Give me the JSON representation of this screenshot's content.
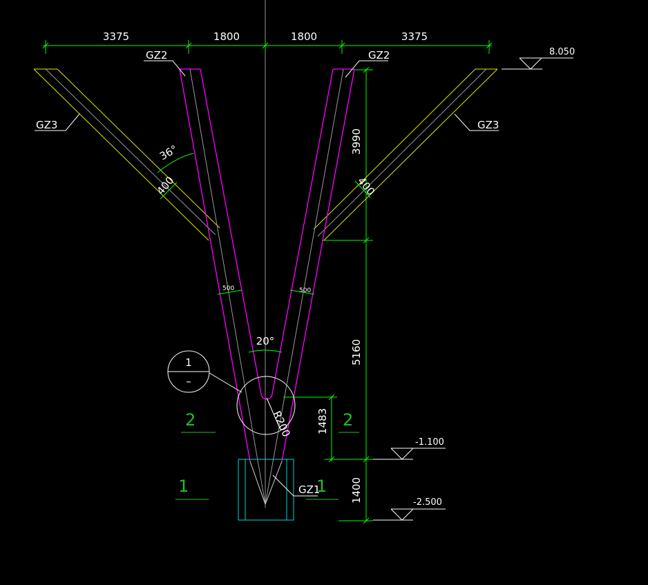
{
  "drawing": {
    "top_dims": [
      "3375",
      "1800",
      "1800",
      "3375"
    ],
    "right_dims": [
      "3990",
      "5160",
      "1400"
    ],
    "aux_dim": "1483",
    "members": {
      "gz2_left": "GZ2",
      "gz2_right": "GZ2",
      "gz3_left": "GZ3",
      "gz3_right": "GZ3",
      "gz1": "GZ1"
    },
    "angles": {
      "branch": "36°",
      "fork": "20°"
    },
    "widths": {
      "left_branch": "400",
      "right_branch": "400",
      "left_column": "500",
      "right_column": "500"
    },
    "radius": "R200",
    "detail_mark": {
      "number": "1",
      "sheet": "–"
    },
    "section_marks": {
      "left_2": "2",
      "right_2": "2",
      "left_1": "1",
      "right_1": "1"
    },
    "elevations": [
      "8.050",
      "-1.100",
      "-2.500"
    ]
  },
  "colors": {
    "background": "#000000",
    "dimension": "#00ff00",
    "column_outline": "#ff00ff",
    "branch_outline": "#e8e800",
    "centerline": "#9a9a9a",
    "footing": "#00d8d8",
    "text": "#ffffff",
    "section_mark": "#22c022"
  }
}
